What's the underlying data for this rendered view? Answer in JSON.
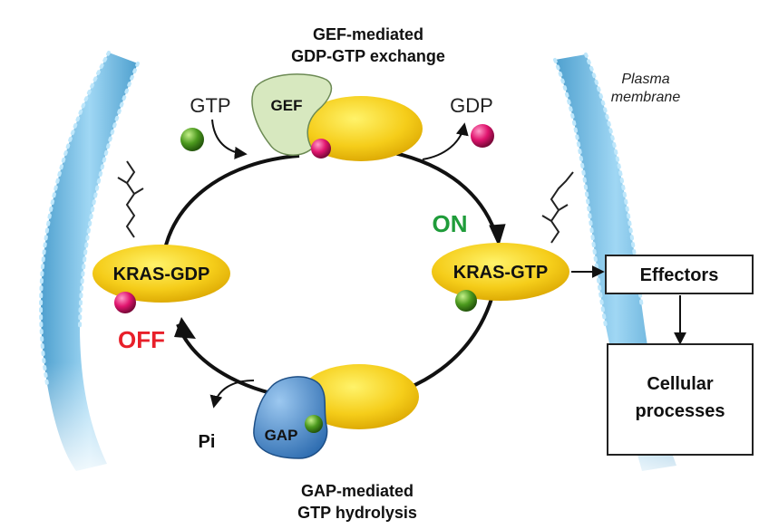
{
  "gef_caption": {
    "line1": "GEF-mediated",
    "line2": "GDP-GTP exchange"
  },
  "gap_caption": {
    "line1": "GAP-mediated",
    "line2": "GTP hydrolysis"
  },
  "plasma_membrane": {
    "line1": "Plasma",
    "line2": "membrane"
  },
  "gtp_label": "GTP",
  "gdp_label": "GDP",
  "pi_label": "Pi",
  "gef_label": "GEF",
  "gap_label": "GAP",
  "kras_gdp_label": "KRAS-GDP",
  "kras_gtp_label": "KRAS-GTP",
  "on_label": "ON",
  "off_label": "OFF",
  "effectors_label": "Effectors",
  "cellular_processes": {
    "line1": "Cellular",
    "line2": "processes"
  },
  "colors": {
    "kras_yellow": "#f5cd1a",
    "gtp_green": "#4c9a1e",
    "gdp_magenta": "#e0146e",
    "gef_green": "#d7e8bf",
    "gap_blue": "#3f86c8",
    "membrane_blue": "#4aa8d8",
    "on_green": "#1f9c3a",
    "off_red": "#e8202a"
  }
}
